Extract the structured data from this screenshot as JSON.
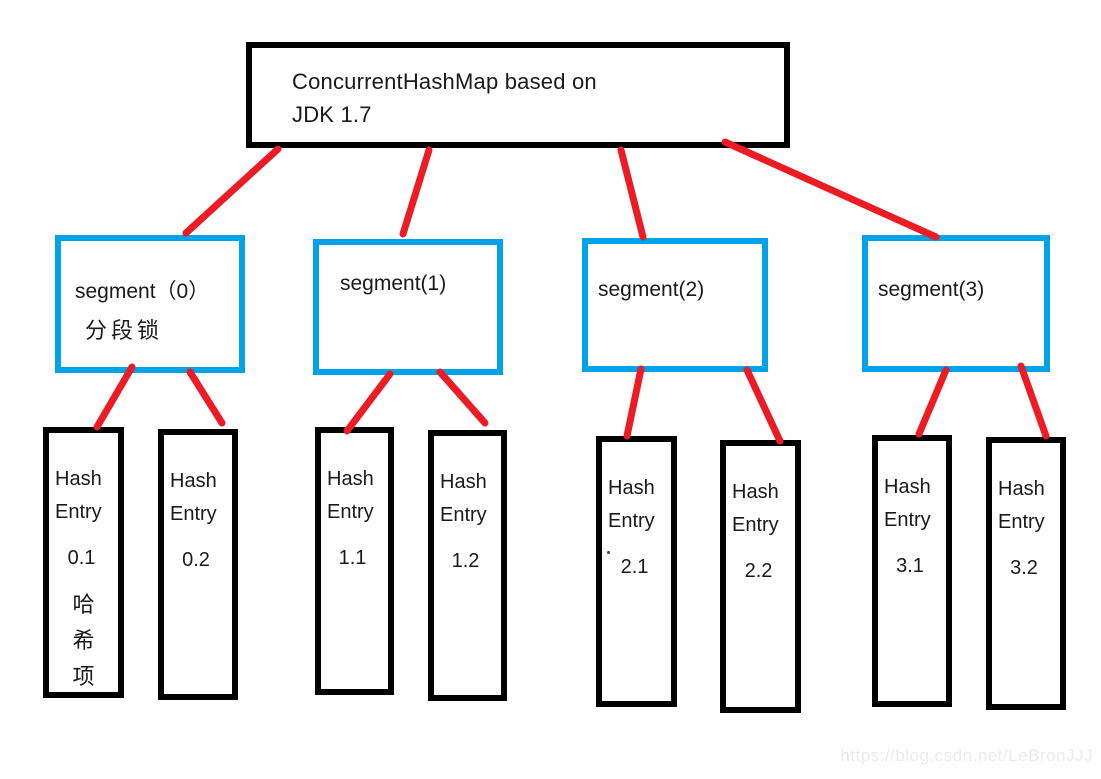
{
  "diagram": {
    "root": {
      "line1": "ConcurrentHashMap based on",
      "line2": "JDK 1.7"
    },
    "segments": [
      {
        "label": "segment（0）",
        "sublabel": "分段锁"
      },
      {
        "label": "segment(1)"
      },
      {
        "label": "segment(2)"
      },
      {
        "label": "segment(3)"
      }
    ],
    "hash_entries": [
      {
        "line1": "Hash",
        "line2": "Entry",
        "num": "0.1",
        "extra1": "哈",
        "extra2": "希",
        "extra3": "项"
      },
      {
        "line1": "Hash",
        "line2": "Entry",
        "num": "0.2"
      },
      {
        "line1": "Hash",
        "line2": "Entry",
        "num": "1.1"
      },
      {
        "line1": "Hash",
        "line2": "Entry",
        "num": "1.2"
      },
      {
        "line1": "Hash",
        "line2": "Entry",
        "num": "2.1"
      },
      {
        "line1": "Hash",
        "line2": "Entry",
        "num": "2.2"
      },
      {
        "line1": "Hash",
        "line2": "Entry",
        "num": "3.1"
      },
      {
        "line1": "Hash",
        "line2": "Entry",
        "num": "3.2"
      }
    ]
  },
  "colors": {
    "segment_border": "#00A2E8",
    "connector": "#ED1C24",
    "node_border": "#000000",
    "watermark_text": "#EBEBEB"
  },
  "watermark": "https://blog.csdn.net/LeBronJJJ"
}
